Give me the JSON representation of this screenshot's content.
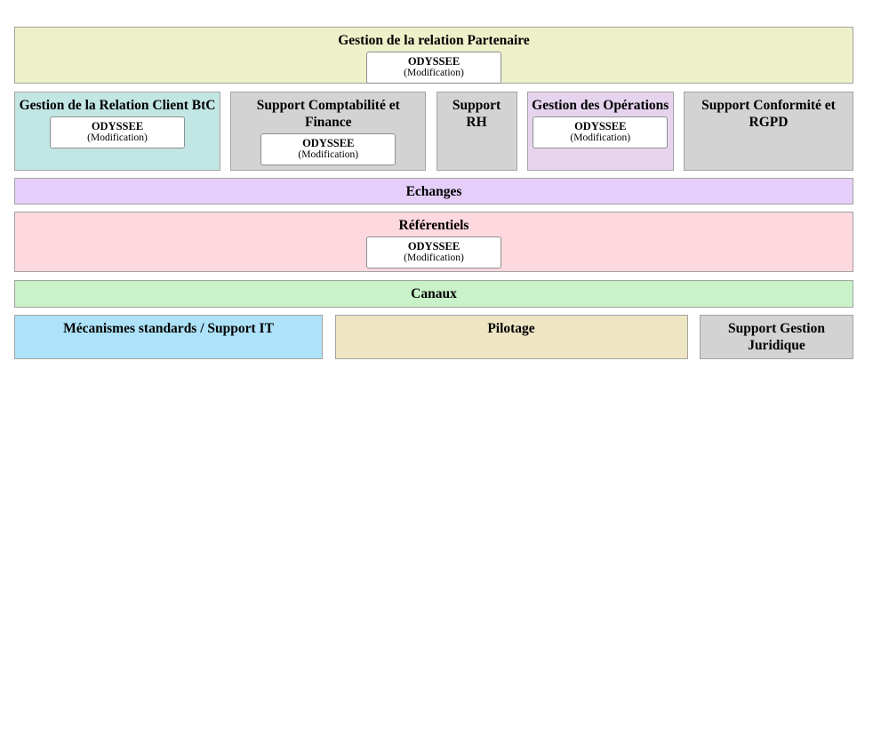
{
  "colors": {
    "block_border": "#a3a3a3",
    "app_box_border": "#8f8f8f",
    "app_box_bg": "#ffffff",
    "partenaire_bg": "#eef0c9",
    "client_btc_bg": "#c2e6e3",
    "support_gray_bg": "#d3d3d3",
    "operations_bg": "#e6d4ef",
    "echanges_bg": "#e5cffa",
    "referentiels_bg": "#fed8df",
    "canaux_bg": "#c9f2c9",
    "mecanismes_bg": "#ade2f8",
    "pilotage_bg": "#ede5c3"
  },
  "app_box": {
    "name": "ODYSSEE",
    "sub": "(Modification)"
  },
  "blocks": {
    "partenaire": {
      "title": "Gestion de la relation Partenaire"
    },
    "client_btc": {
      "title": "Gestion de la Relation Client BtC"
    },
    "compta": {
      "title": "Support Comptabilité et Finance"
    },
    "rh": {
      "title": "Support RH"
    },
    "operations": {
      "title": "Gestion des Opérations"
    },
    "conformite": {
      "title": "Support Conformité et RGPD"
    },
    "echanges": {
      "title": "Echanges"
    },
    "referentiels": {
      "title": "Référentiels"
    },
    "canaux": {
      "title": "Canaux"
    },
    "mecanismes": {
      "title": "Mécanismes standards / Support IT"
    },
    "pilotage": {
      "title": "Pilotage"
    },
    "juridique": {
      "title": "Support Gestion Juridique"
    }
  }
}
